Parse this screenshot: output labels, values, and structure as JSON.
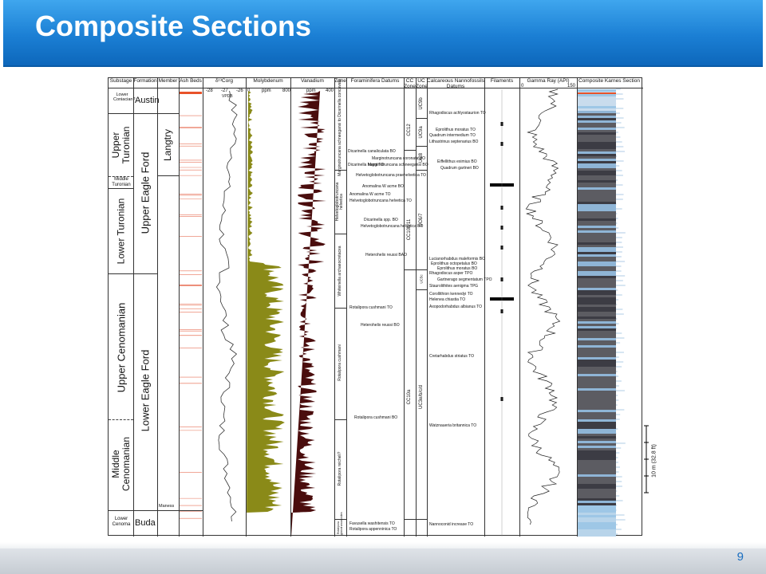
{
  "slide": {
    "title": "Composite Sections",
    "page_number": "9",
    "accent_color": "#1b7fd4"
  },
  "figure": {
    "columns": {
      "substage": "Substage",
      "formation": "Formation",
      "member": "Member",
      "ash_beds": "Ash Beds",
      "d13c": "δ¹³Corg",
      "molybdenum": "Molybdenum",
      "vanadium": "Vanadium",
      "zone": "Zone",
      "foraminifera": "Foraminifera Datums",
      "cc_zone": "CC Zone",
      "uc_zone": "UC Zone",
      "nannofossils": "Calcareous Nannofossils Datums",
      "filaments": "Filaments",
      "gamma_ray": "Gamma Ray (API)",
      "composite": "Composite Karnes Section"
    },
    "axes": {
      "d13c_ticks": [
        "-28",
        "-27",
        "-26"
      ],
      "d13c_unit": "VPDB",
      "mo_min": "0",
      "mo_unit": "ppm",
      "mo_max": "800",
      "v_unit": "ppm",
      "v_max": "400",
      "gr_min": "0",
      "gr_max": "150"
    },
    "substages": {
      "lower_coniacian": "Lower Coniacian?",
      "upper_turonian": "Upper Turonian",
      "middle_turonian": "Middle Turonian",
      "lower_turonian": "Lower Turonian",
      "upper_cenomanian": "Upper Cenomanian",
      "middle_cenomanian": "Middle Cenomanian",
      "lower_cenomanian": "Lower Cenoma"
    },
    "formations": {
      "austin": "Austin",
      "upper_eagle_ford": "Upper Eagle Ford",
      "lower_eagle_ford": "Lower Eagle Ford",
      "buda": "Buda"
    },
    "members": {
      "langtry": "Langtry",
      "maness": "Maness"
    },
    "forams_zones": {
      "z1": "Marginotruncana schneegansi to Dicarinella concavata",
      "z2": "Helvetoglobotruncana helvetica",
      "z3": "Whiteinella archaeocretacea",
      "z4": "Rotalipora cushmani",
      "z5": "Rotalipora reicheli?",
      "z6": "Rotalipora globotruncanoides"
    },
    "forams_datums": [
      "Dicarinella canaliculata BO",
      "Marginotruncana coronata BO",
      "Dicarinella hagni TO",
      "Marginotruncana schneegansi BO",
      "Helvetoglobotruncana praehelvetica TO",
      "Anomalina W acme BO",
      "Anomalina W acme TO",
      "Helvetoglobotruncana helvetica TO",
      "Dicarinella spp. BO",
      "Helvetoglobotruncana helvetica BO",
      "Heterohelix reussi BAO",
      "Rotalipora cushmani TO",
      "Heterohelix reussi BO",
      "Rotalipora cushmani BO",
      "Favusella washitensis TO",
      "Rotalipora appenninica TO"
    ],
    "cc_zones": {
      "cc12": "CC12",
      "cc10b11": "CC10b/11",
      "cc10a": "CC10a"
    },
    "uc_zones": {
      "uc9b": "UC9b",
      "uc9a": "UC9a",
      "uc8": "UC8",
      "uc67": "UC6/7",
      "uc5": "UC5c",
      "uc3": "UC3e/b/c/d"
    },
    "nanno_datums": [
      "Rhagodiscus achlyostaurion TO",
      "Eprolithus moratus TO",
      "Quadrum intermedium TO",
      "Lithastrinus septenarius BO",
      "Eiffellithus eximius BO",
      "Quadrum gartneri BO",
      "Lucianorhabdus maleformis BO",
      "Eprolithus octopetalus BO",
      "Eprolithus moratus BO",
      "Rhagodiscus asper TPO",
      "Gartnerago segmentatum TPO",
      "Staurolithites aenigma TPG",
      "Corollithion kennedyi TO",
      "Helenea chiastia TO",
      "Axopodorhabdus albianus TO",
      "Cretarhabdus striatus TO",
      "Watznaueria britannica TO",
      "Nannoconid increase TO"
    ],
    "scale_bar": "10 m (32.8 ft)"
  }
}
